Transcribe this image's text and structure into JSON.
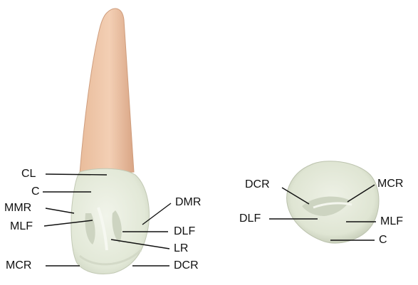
{
  "figure": {
    "left_view": {
      "labels": {
        "cl": "CL",
        "c": "C",
        "mmr": "MMR",
        "mlf": "MLF",
        "mcr": "MCR",
        "dmr": "DMR",
        "dlf": "DLF",
        "lr": "LR",
        "dcr": "DCR"
      }
    },
    "right_view": {
      "labels": {
        "dcr": "DCR",
        "dlf": "DLF",
        "mcr": "MCR",
        "mlf": "MLF",
        "c": "C"
      }
    },
    "colors": {
      "root": "#eec5a6",
      "root_shade": "#dba98a",
      "crown": "#e6ebdc",
      "crown_shade": "#c9d0bd",
      "groove": "#b7bfae",
      "leader": "#111111"
    }
  }
}
